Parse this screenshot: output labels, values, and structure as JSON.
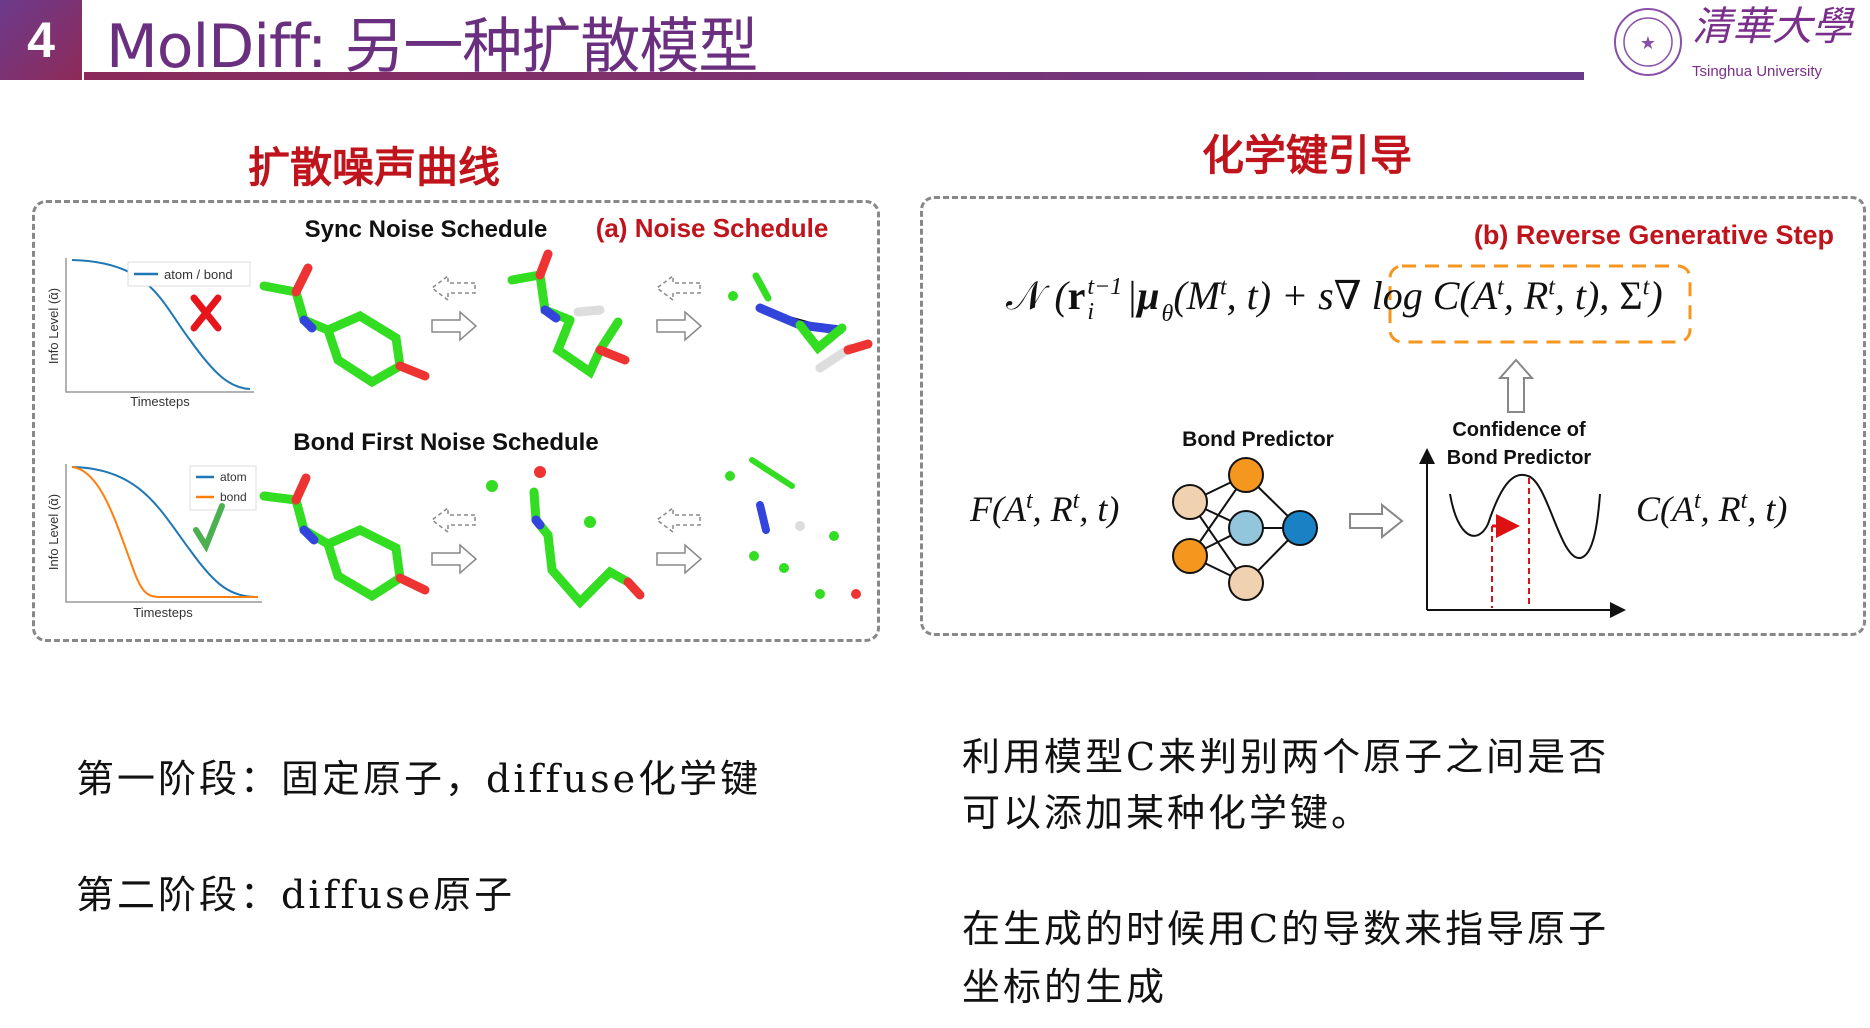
{
  "header": {
    "slide_number": "4",
    "title": "MolDiff: 另一种扩散模型",
    "logo_text": "清華大學",
    "logo_subtext": "Tsinghua University"
  },
  "left": {
    "section_title": "扩散噪声曲线",
    "panel_tag": "(a) Noise Schedule",
    "sync_title": "Sync Noise Schedule",
    "bond_first_title": "Bond First Noise Schedule",
    "chart_sync": {
      "ylabel": "Info Level (ᾱ)",
      "xlabel": "Timesteps",
      "legend": [
        "atom / bond"
      ],
      "verdict_icon": "cross"
    },
    "chart_bond_first": {
      "ylabel": "Info Level (ᾱ)",
      "xlabel": "Timesteps",
      "legend": [
        "atom",
        "bond"
      ],
      "verdict_icon": "check"
    }
  },
  "right": {
    "section_title": "化学键引导",
    "panel_tag": "(b) Reverse Generative Step",
    "formula": {
      "N": "𝒩",
      "r": "r",
      "r_sup": "t−1",
      "r_sub": "i",
      "mu": "μ",
      "mu_sub": "θ",
      "mid": "(M",
      "mid_sup": "t",
      "mid_rest": ", t) + s",
      "guided": "∇ log C(A",
      "guided_sup": "t",
      "guided_mid": ", R",
      "guided_sup2": "t",
      "guided_end": ", t)",
      "tail": ",  Σ",
      "tail_sup": "t",
      "close": ")"
    },
    "bond_predictor_label": "Bond Predictor",
    "confidence_label_1": "Confidence of",
    "confidence_label_2": "Bond Predictor",
    "input_expr": {
      "a": "F(A",
      "s1": "t",
      "b": ", R",
      "s2": "t",
      "c": ", t)"
    },
    "output_expr": {
      "a": "C(A",
      "s1": "t",
      "b": ", R",
      "s2": "t",
      "c": ", t)"
    }
  },
  "notes": {
    "left_line1": "第一阶段：固定原子，diffuse化学键",
    "left_line2": "第二阶段：diffuse原子",
    "right_para1_line1": "利用模型C来判别两个原子之间是否",
    "right_para1_line2": "可以添加某种化学键。",
    "right_para2_line1": "在生成的时候用C的导数来指导原子",
    "right_para2_line2": "坐标的生成"
  },
  "colors": {
    "accent": "#6b2f80",
    "red": "#c0141c",
    "orange": "#f5961e",
    "blue": "#1f77b4"
  }
}
